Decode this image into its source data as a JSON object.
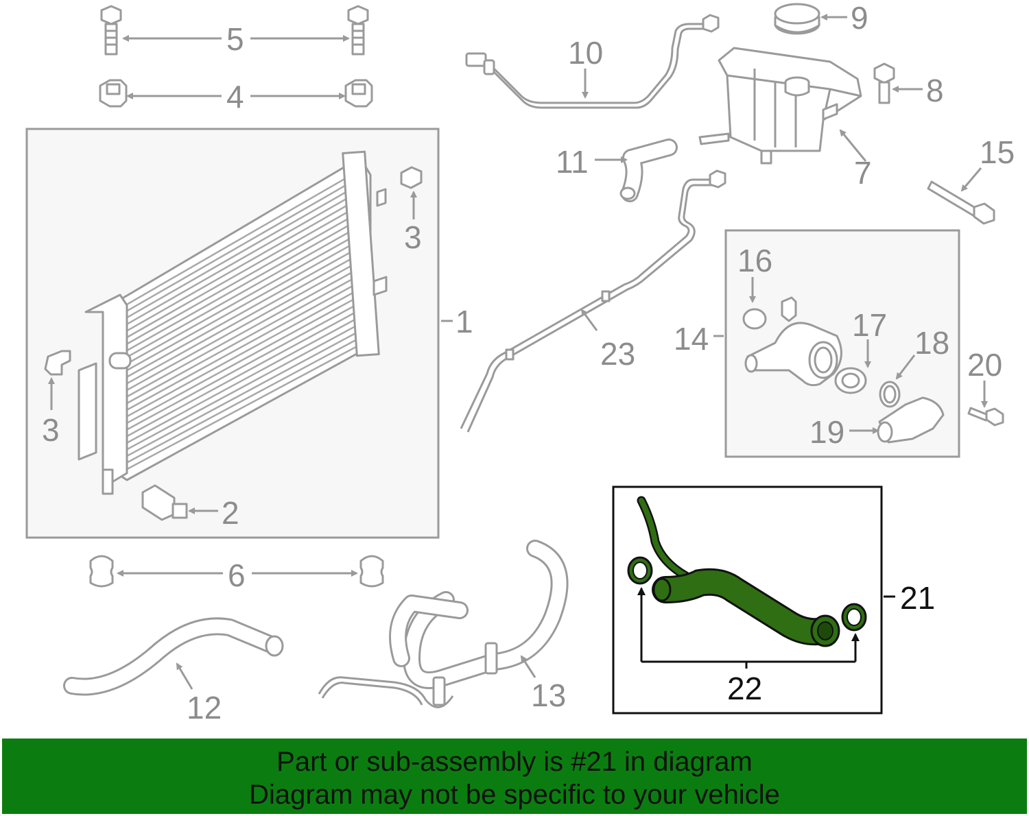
{
  "callouts": {
    "c1": "1",
    "c2": "2",
    "c3a": "3",
    "c3b": "3",
    "c4": "4",
    "c5": "5",
    "c6": "6",
    "c7": "7",
    "c8": "8",
    "c9": "9",
    "c10": "10",
    "c11": "11",
    "c12": "12",
    "c13": "13",
    "c14": "14",
    "c15": "15",
    "c16": "16",
    "c17": "17",
    "c18": "18",
    "c19": "19",
    "c20": "20",
    "c21": "21",
    "c22": "22",
    "c23": "23"
  },
  "banner": {
    "line1": "Part or sub-assembly is #21 in diagram",
    "line2": "Diagram may not be specific to your vehicle"
  },
  "colors": {
    "highlight_part": "#2f6e13",
    "banner_bg": "#0b7d10",
    "line_art": "#9a9a9a"
  }
}
